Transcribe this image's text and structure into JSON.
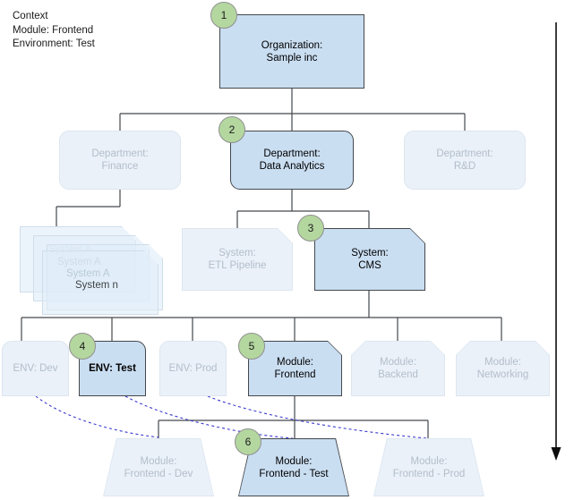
{
  "context": {
    "lines": [
      "Context",
      "Module: Frontend",
      "Environment: Test"
    ],
    "text": "Context\nModule: Frontend\nEnvironment: Test"
  },
  "colors": {
    "active_fill": "#cadef2",
    "active_border": "#44484c",
    "inactive_fill": "#eaf1f9",
    "inactive_border": "#dde6f0",
    "active_text": "#000000",
    "inactive_text": "#b3bec9",
    "badge_fill": "#b4d7a0",
    "badge_border": "#8f8f8f",
    "edge": "#44484c",
    "dashed_edge": "#3a3ad0"
  },
  "diagram": {
    "title_arrow": "drill-down-direction-arrow",
    "levels": [
      {
        "name": "organization",
        "nodes": [
          {
            "id": "org",
            "label": "Organization:\nSample inc",
            "state": "active",
            "badge": "1"
          }
        ]
      },
      {
        "name": "department",
        "nodes": [
          {
            "id": "dept-finance",
            "label": "Department:\nFinance",
            "state": "inactive",
            "badge": null
          },
          {
            "id": "dept-data-analytics",
            "label": "Department:\nData Analytics",
            "state": "active",
            "badge": "2"
          },
          {
            "id": "dept-rnd",
            "label": "Department:\nR&D",
            "state": "inactive",
            "badge": null
          }
        ]
      },
      {
        "name": "system",
        "nodes": [
          {
            "id": "system-stack",
            "label": "System A",
            "state": "inactive",
            "badge": null
          },
          {
            "id": "system-etl",
            "label": "System:\nETL Pipeline",
            "state": "inactive",
            "badge": null
          },
          {
            "id": "system-cms",
            "label": "System:\nCMS",
            "state": "active",
            "badge": "3"
          }
        ]
      },
      {
        "name": "environment-and-module",
        "nodes": [
          {
            "id": "env-dev",
            "label": "ENV: Dev",
            "state": "inactive",
            "badge": null
          },
          {
            "id": "env-test",
            "label": "ENV: Test",
            "state": "active",
            "badge": "4"
          },
          {
            "id": "env-prod",
            "label": "ENV: Prod",
            "state": "inactive",
            "badge": null
          },
          {
            "id": "module-frontend",
            "label": "Module:\nFrontend",
            "state": "active",
            "badge": "5"
          },
          {
            "id": "module-backend",
            "label": "Module:\nBackend",
            "state": "inactive",
            "badge": null
          },
          {
            "id": "module-networking",
            "label": "Module:\nNetworking",
            "state": "inactive",
            "badge": null
          }
        ]
      },
      {
        "name": "deployment",
        "nodes": [
          {
            "id": "module-frontend-dev",
            "label": "Module:\nFrontend - Dev",
            "state": "inactive",
            "badge": null
          },
          {
            "id": "module-frontend-test",
            "label": "Module:\nFrontend - Test",
            "state": "active",
            "badge": "6"
          },
          {
            "id": "module-frontend-prod",
            "label": "Module:\nFrontend - Prod",
            "state": "inactive",
            "badge": null
          }
        ]
      }
    ],
    "system_stack": {
      "labels": [
        "System A",
        "System A",
        "System A",
        "System n"
      ],
      "count": 4
    },
    "badges": [
      "1",
      "2",
      "3",
      "4",
      "5",
      "6"
    ]
  }
}
